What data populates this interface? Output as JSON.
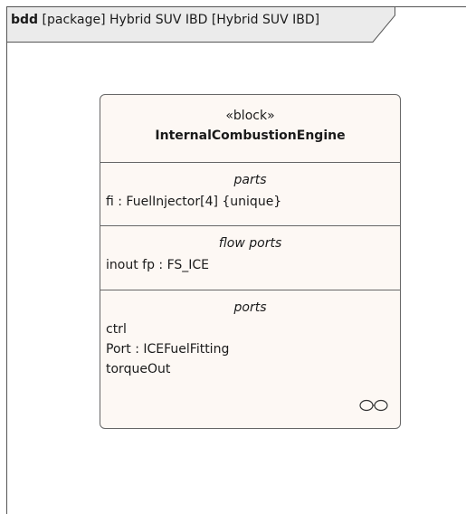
{
  "frame": {
    "kind": "bdd",
    "header_text": "[package] Hybrid SUV IBD [Hybrid SUV IBD]"
  },
  "block": {
    "stereotype": "«block»",
    "name": "InternalCombustionEngine",
    "compartments": [
      {
        "title": "parts",
        "items": [
          "fi : FuelInjector[4] {unique}"
        ]
      },
      {
        "title": "flow ports",
        "items": [
          "inout fp : FS_ICE"
        ]
      },
      {
        "title": "ports",
        "items": [
          "ctrl",
          "Port : ICEFuelFitting",
          "torqueOut"
        ]
      }
    ],
    "icon": "linked-circles-icon"
  }
}
